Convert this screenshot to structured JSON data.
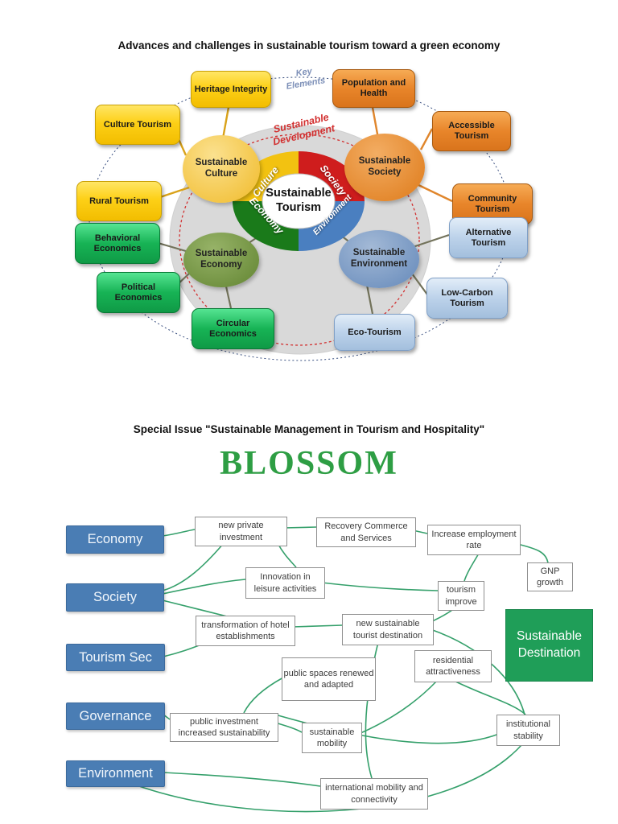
{
  "titles": {
    "main": "Advances and challenges in sustainable tourism toward a green economy",
    "special": "Special Issue \"Sustainable Management in Tourism and Hospitality\"",
    "blossom": "BLOSSOM"
  },
  "hub": {
    "center": "Sustainable Tourism",
    "key_elements": "Key Elements",
    "sustainable_development": "Sustainable Development",
    "ring": {
      "culture": "Culture",
      "society": "Society",
      "economy": "Economy",
      "environment": "Environment"
    },
    "nodes": {
      "culture": "Sustainable Culture",
      "society": "Sustainable Society",
      "economy": "Sustainable Economy",
      "environment": "Sustainable Environment"
    },
    "sat": {
      "heritage": "Heritage Integrity",
      "culture_tourism": "Culture Tourism",
      "rural": "Rural Tourism",
      "population": "Population and Health",
      "accessible": "Accessible Tourism",
      "community": "Community Tourism",
      "behavioral": "Behavioral Economics",
      "political": "Political Economics",
      "circular": "Circular Economics",
      "alternative": "Alternative Tourism",
      "low_carbon": "Low-Carbon Tourism",
      "eco": "Eco-Tourism"
    }
  },
  "net": {
    "cat": {
      "economy": "Economy",
      "society": "Society",
      "tourism_sec": "Tourism Sec",
      "governance": "Governance",
      "environment": "Environment"
    },
    "node": {
      "new_private_investment": "new private investment",
      "recovery": "Recovery Commerce and Services",
      "increase": "Increase employment rate",
      "gnp": "GNP growth",
      "innovation": "Innovation in leisure activities",
      "tourism_improve": "tourism improve",
      "transformation": "transformation of hotel establishments",
      "nstd": "new sustainable tourist destination",
      "residential": "residential attractiveness",
      "public_spaces": "public spaces renewed and adapted",
      "public_investment": "public investment increased sustainability",
      "sustainable_mobility": "sustainable mobility",
      "institutional": "institutional stability",
      "international": "international mobility and connectivity"
    },
    "destination": "Sustainable Destination"
  },
  "colors": {
    "ring_culture": "#f2c211",
    "ring_society": "#cf1d1d",
    "ring_economy": "#1a7a1a",
    "ring_environment": "#4a7fc0",
    "sustainable_development_text": "#d23030",
    "network_edge": "#35a06b",
    "category_fill": "#4a7db4",
    "destination_fill": "#1f9e58",
    "blossom_text": "#2e9e44"
  }
}
